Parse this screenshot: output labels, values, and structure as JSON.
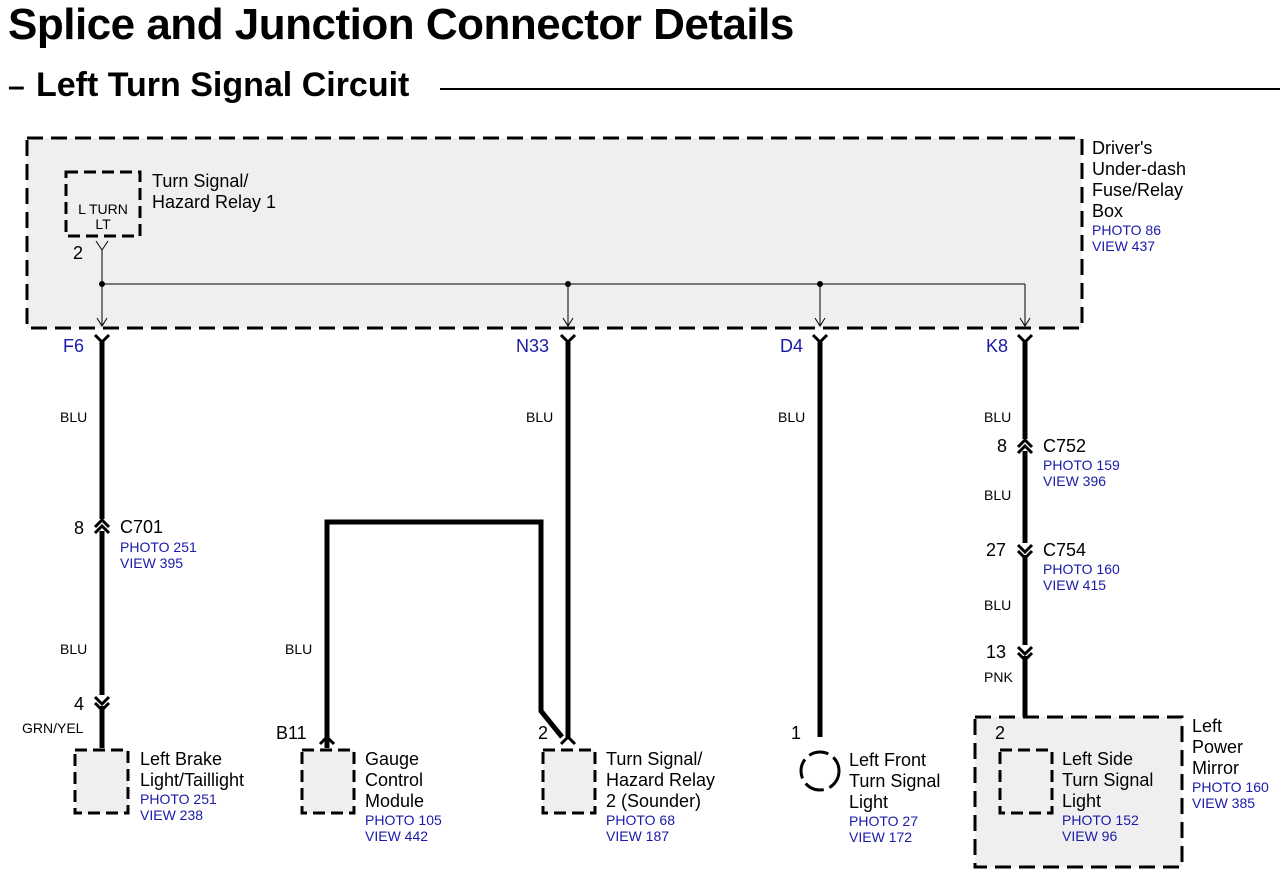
{
  "title": "Splice and Junction Connector Details",
  "section": {
    "dash": "–",
    "title": "Left Turn Signal Circuit"
  },
  "fuse_box": {
    "name": [
      "Driver's",
      "Under-dash",
      "Fuse/Relay",
      "Box"
    ],
    "photo": "PHOTO 86",
    "view": "VIEW 437"
  },
  "relay1": {
    "inner": [
      "L TURN",
      "LT"
    ],
    "name": [
      "Turn Signal/",
      "Hazard Relay 1"
    ],
    "pin": "2"
  },
  "terminals": {
    "f6": "F6",
    "n33": "N33",
    "d4": "D4",
    "k8": "K8"
  },
  "wires": {
    "f6_top": "BLU",
    "f6_mid": "BLU",
    "f6_bottom": "GRN/YEL",
    "n33": "BLU",
    "b11": "BLU",
    "d4": "BLU",
    "k8_top": "BLU",
    "k8_mid": "BLU",
    "k8_low": "BLU",
    "k8_bottom": "PNK"
  },
  "c701": {
    "pin": "8",
    "name": "C701",
    "photo": "PHOTO 251",
    "view": "VIEW 395"
  },
  "c752": {
    "pin": "8",
    "name": "C752",
    "photo": "PHOTO 159",
    "view": "VIEW 396"
  },
  "c754": {
    "pin": "27",
    "name": "C754",
    "photo": "PHOTO 160",
    "view": "VIEW 415"
  },
  "pin13": "13",
  "components": {
    "brake": {
      "pin": "4",
      "name": [
        "Left Brake",
        "Light/Taillight"
      ],
      "photo": "PHOTO 251",
      "view": "VIEW 238"
    },
    "gauge": {
      "pin": "B11",
      "name": [
        "Gauge",
        "Control",
        "Module"
      ],
      "photo": "PHOTO 105",
      "view": "VIEW 442"
    },
    "relay2": {
      "pin": "2",
      "name": [
        "Turn Signal/",
        "Hazard Relay",
        "2 (Sounder)"
      ],
      "photo": "PHOTO 68",
      "view": "VIEW 187"
    },
    "front": {
      "pin": "1",
      "name": [
        "Left Front",
        "Turn Signal",
        "Light"
      ],
      "photo": "PHOTO 27",
      "view": "VIEW 172"
    },
    "side": {
      "pin": "2",
      "name": [
        "Left Side",
        "Turn Signal",
        "Light"
      ],
      "photo": "PHOTO 152",
      "view": "VIEW 96"
    },
    "mirror": {
      "name": [
        "Left",
        "Power",
        "Mirror"
      ],
      "photo": "PHOTO 160",
      "view": "VIEW 385"
    }
  }
}
